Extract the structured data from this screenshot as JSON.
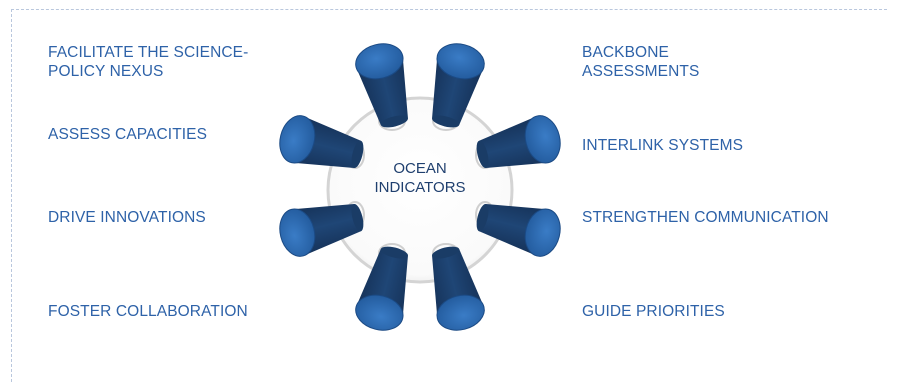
{
  "hub": {
    "line1": "OCEAN",
    "line2": "INDICATORS"
  },
  "left_labels": [
    {
      "line1": "FACILITATE THE SCIENCE-",
      "line2": "POLICY NEXUS"
    },
    {
      "line1": "ASSESS CAPACITIES",
      "line2": ""
    },
    {
      "line1": "DRIVE INNOVATIONS",
      "line2": ""
    },
    {
      "line1": "FOSTER COLLABORATION",
      "line2": ""
    }
  ],
  "right_labels": [
    {
      "line1": "BACKBONE",
      "line2": "ASSESSMENTS"
    },
    {
      "line1": "INTERLINK SYSTEMS",
      "line2": ""
    },
    {
      "line1": "STRENGTHEN COMMUNICATION",
      "line2": ""
    },
    {
      "line1": "GUIDE PRIORITIES",
      "line2": ""
    }
  ],
  "colors": {
    "label_text": "#2e62a8",
    "cup_body": "#1a3c66",
    "cup_top": "#2a67ad",
    "hub_ring": "#d9d9d9"
  },
  "icons": {
    "cup": "cup-icon"
  }
}
